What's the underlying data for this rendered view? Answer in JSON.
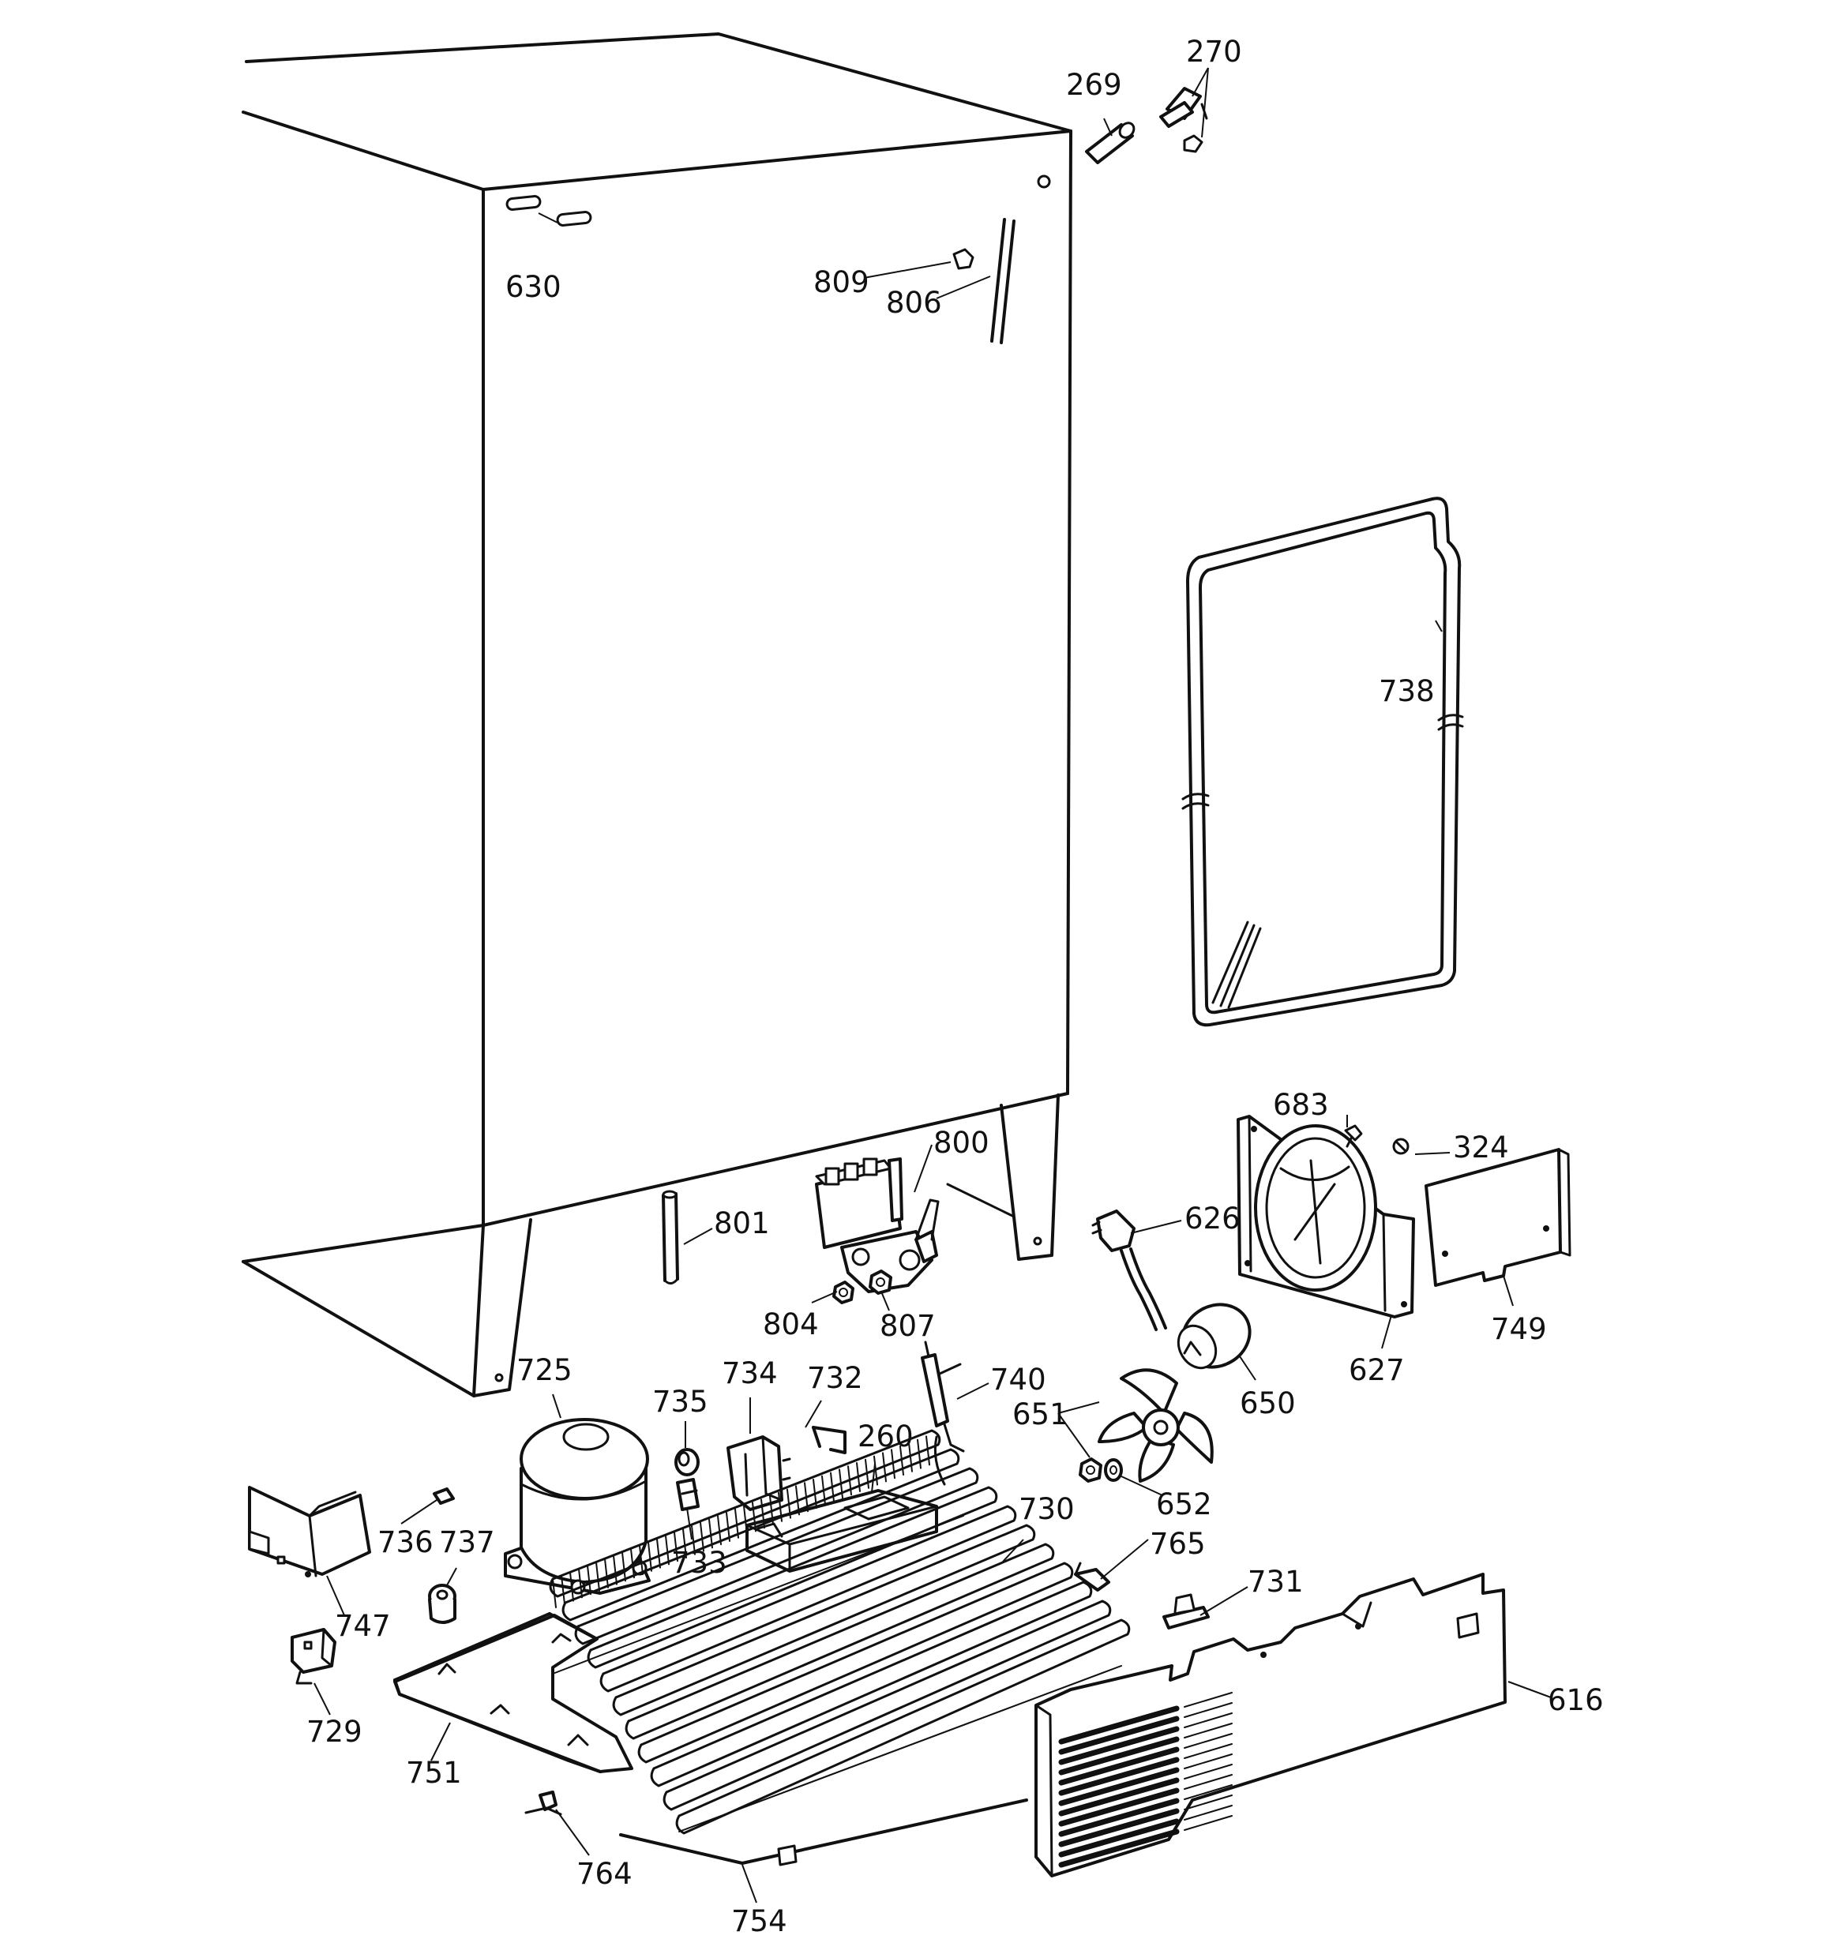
{
  "labels": {
    "l630": "630",
    "l809": "809",
    "l806": "806",
    "l269": "269",
    "l270": "270",
    "l738": "738",
    "l683": "683",
    "l324": "324",
    "l800": "800",
    "l801": "801",
    "l626": "626",
    "l804": "804",
    "l807": "807",
    "l627": "627",
    "l749": "749",
    "l650": "650",
    "l725": "725",
    "l735": "735",
    "l734": "734",
    "l732": "732",
    "l740": "740",
    "l651": "651",
    "l260": "260",
    "l652": "652",
    "l730": "730",
    "l736": "736",
    "l737": "737",
    "l733": "733",
    "l765": "765",
    "l731": "731",
    "l747": "747",
    "l616": "616",
    "l729": "729",
    "l751": "751",
    "l764": "764",
    "l754": "754"
  }
}
